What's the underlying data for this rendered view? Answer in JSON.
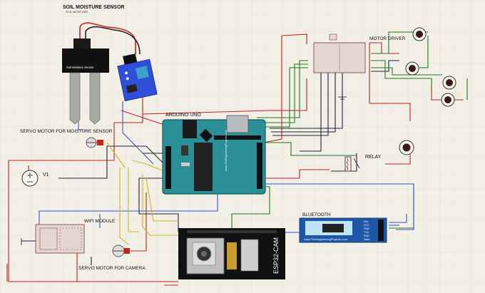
{
  "labels": {
    "soil_sensor_title": "SOIL MOISTURE SENSOR",
    "soil_sensor_sub": "SOIL MOISTURE",
    "soil_sensor_board": "Soil Moisture Sensor",
    "arduino": "ARDUINO UNO",
    "arduino_brand": "www.TheEngineeringProjects.com",
    "servo_moisture": "SERVO MOTOR FOR MOISTURE SENSOR",
    "v1": "V1",
    "wifi": "WIFI MODULE",
    "servo_camera": "SERVO MOTOR FOR CAMERA",
    "esp32cam": "ESP32-CAM",
    "bluetooth": "BLUETOOTH",
    "bluetooth_brand": "www.TheEngineeringProjects.com",
    "motor_driver": "MOTOR DRIVER",
    "relay": "RELAY",
    "bt_pins": [
      "Key",
      "VCC",
      "GND",
      "TXD",
      "RXD",
      "State"
    ]
  },
  "colors": {
    "background": "#f1efe6",
    "grid": "#dedbd0",
    "wire_red": "#c0241d",
    "wire_blue": "#3a55c8",
    "wire_green": "#1f7a1f",
    "wire_yellow": "#d4b51e",
    "wire_dark": "#22223a",
    "arduino_teal": "#2a8f97",
    "sensor_blue": "#2f4fd9",
    "bluetooth_blue": "#1d57a8"
  }
}
